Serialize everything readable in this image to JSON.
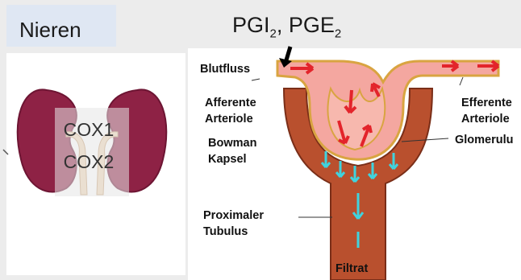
{
  "title": "Nieren",
  "prostaglandins": {
    "p1": "PGI",
    "s1": "2",
    "sep": ", PGE",
    "s2": "2"
  },
  "kidney_labels": [
    "COX1",
    "COX2"
  ],
  "labels": {
    "blutfluss": "Blutfluss",
    "afferente": "Afferente\nArteriole",
    "bowman": "Bowman\nKapsel",
    "proximaler": "Proximaler\nTubulus",
    "efferente": "Efferente\nArteriole",
    "glomerulus": "Glomerulu",
    "filtrat": "Filtrat"
  },
  "colors": {
    "kidney": "#8e2245",
    "ureter": "#f0d8b8",
    "blood": "#f4a7a0",
    "tubule": "#b9502e",
    "arrow_red": "#e3242b",
    "arrow_cyan": "#3fd3de"
  }
}
